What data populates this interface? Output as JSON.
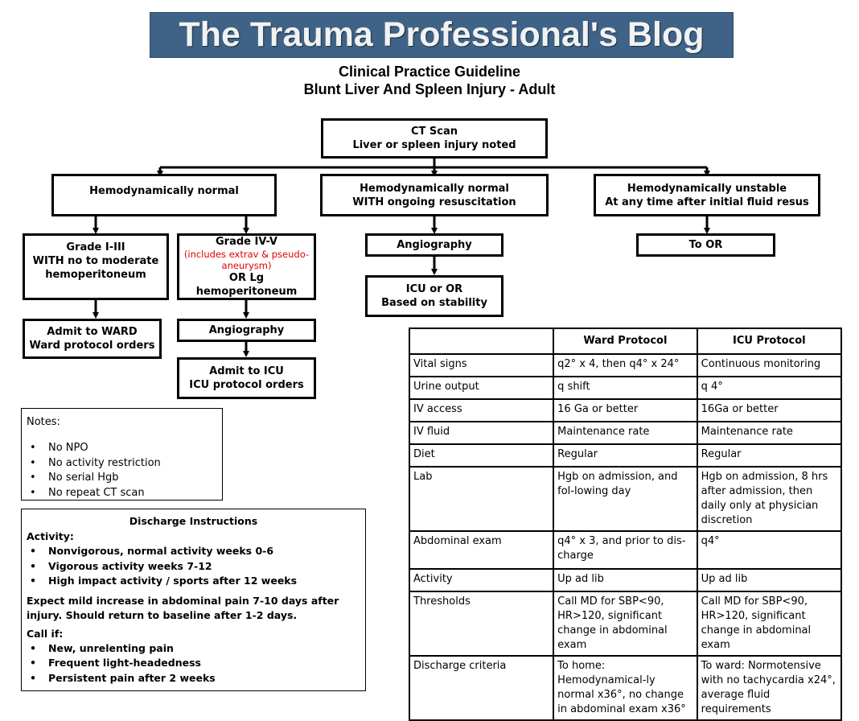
{
  "banner": {
    "text": "The Trauma Professional's Blog"
  },
  "title": {
    "line1": "Clinical Practice Guideline",
    "line2": "Blunt Liver And Spleen Injury - Adult"
  },
  "flow": {
    "ct_scan": {
      "line1": "CT Scan",
      "line2": "Liver or spleen injury noted"
    },
    "hemo_normal": {
      "line1": "Hemodynamically normal"
    },
    "hemo_normal_resus": {
      "line1": "Hemodynamically normal",
      "line2": "WITH ongoing resuscitation"
    },
    "hemo_unstable": {
      "line1": "Hemodynamically unstable",
      "line2": "At any time after initial fluid resus"
    },
    "grade_low": {
      "line1": "Grade I-III",
      "line2": "WITH no to moderate",
      "line3": "hemoperitoneum"
    },
    "grade_high": {
      "line1": "Grade IV-V",
      "red1": "(includes extrav & pseudo-",
      "red2": "aneurysm)",
      "line2": "OR Lg hemoperitoneum"
    },
    "angio_center": {
      "line1": "Angiography"
    },
    "icu_or": {
      "line1": "ICU or OR",
      "line2": "Based on stability"
    },
    "to_or": {
      "line1": "To OR"
    },
    "admit_ward": {
      "line1": "Admit to WARD",
      "line2": "Ward protocol orders"
    },
    "angio_left": {
      "line1": "Angiography"
    },
    "admit_icu": {
      "line1": "Admit to ICU",
      "line2": "ICU protocol orders"
    }
  },
  "notes": {
    "heading": "Notes:",
    "items": [
      "No NPO",
      "No activity restriction",
      "No serial Hgb",
      "No repeat CT scan"
    ]
  },
  "discharge": {
    "heading": "Discharge Instructions",
    "activity_label": "Activity:",
    "activity_items": [
      "Nonvigorous, normal activity weeks 0-6",
      "Vigorous activity weeks 7-12",
      "High impact activity / sports after 12 weeks"
    ],
    "expect_text": "Expect mild increase in abdominal pain 7-10 days after injury. Should return to baseline after 1-2 days.",
    "call_label": "Call if:",
    "call_items": [
      "New, unrelenting pain",
      "Frequent light-headedness",
      "Persistent pain after 2 weeks"
    ]
  },
  "protocol_table": {
    "headers": [
      "",
      "Ward Protocol",
      "ICU Protocol"
    ],
    "rows": [
      [
        "Vital signs",
        "q2° x 4, then q4° x 24°",
        "Continuous monitoring"
      ],
      [
        "Urine output",
        "q shift",
        "q 4°"
      ],
      [
        "IV access",
        "16 Ga or better",
        "16Ga or better"
      ],
      [
        "IV fluid",
        "Maintenance rate",
        "Maintenance rate"
      ],
      [
        "Diet",
        "Regular",
        "Regular"
      ],
      [
        "Lab",
        "Hgb on admission, and fol-lowing day",
        "Hgb on admission, 8 hrs after admission, then daily only at physician discretion"
      ],
      [
        "Abdominal exam",
        "q4° x 3, and prior to dis-charge",
        "q4°"
      ],
      [
        "Activity",
        "Up ad lib",
        "Up ad lib"
      ],
      [
        "Thresholds",
        "Call MD for SBP<90, HR>120, significant change in abdominal exam",
        "Call MD for SBP<90, HR>120, significant change in abdominal exam"
      ],
      [
        "Discharge criteria",
        "To home: Hemodynamical-ly normal x36°, no change in abdominal exam x36°",
        "To ward: Normotensive with no tachycardia x24°, average fluid requirements"
      ]
    ]
  }
}
